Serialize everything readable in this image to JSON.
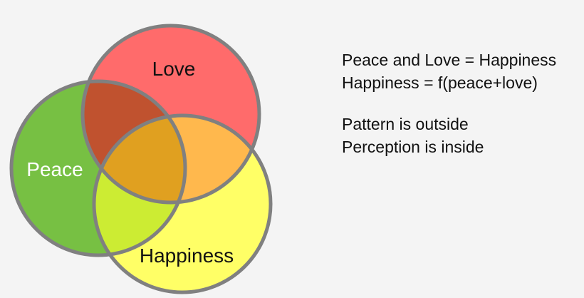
{
  "venn": {
    "sets": [
      {
        "id": "peace",
        "label": "Peace",
        "fill": "#77c043",
        "label_color": "#ffffff"
      },
      {
        "id": "love",
        "label": "Love",
        "fill": "#ff6b6b",
        "label_color": "#111111"
      },
      {
        "id": "happiness",
        "label": "Happiness",
        "fill": "#ffff66",
        "label_color": "#111111"
      }
    ],
    "stroke_color": "#808080",
    "overlap_colors": {
      "peace_love": "#c0522f",
      "love_happiness": "#ffb84d",
      "peace_happiness": "#ccec33",
      "all_three": "#e0a020"
    }
  },
  "notes": {
    "line1": "Peace and Love = Happiness",
    "line2": "Happiness = f(peace+love)",
    "line3": "Pattern is outside",
    "line4": "Perception is inside"
  }
}
